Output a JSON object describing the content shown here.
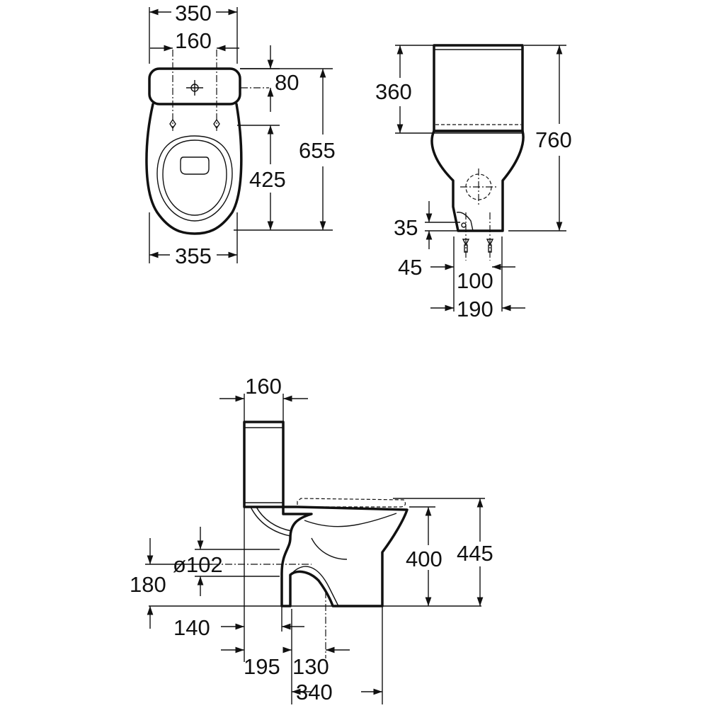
{
  "top_view": {
    "width_tank": "350",
    "hole_spacing": "160",
    "tank_depth": "80",
    "overall_depth": "655",
    "bowl_depth": "425",
    "width_bowl": "355"
  },
  "side_view": {
    "tank_height": "360",
    "overall_height": "760",
    "outlet_height": "35",
    "fix_offset": "45",
    "fix_spacing": "100",
    "foot_width": "190"
  },
  "front_view": {
    "tank_width": "160",
    "outlet_diameter": "ø102",
    "outlet_center_height": "180",
    "seat_height": "400",
    "rim_height": "445",
    "wall_to_outlet": "140",
    "wall_to_fixing": "195",
    "fixing_spacing": "130",
    "foot_length": "340"
  }
}
